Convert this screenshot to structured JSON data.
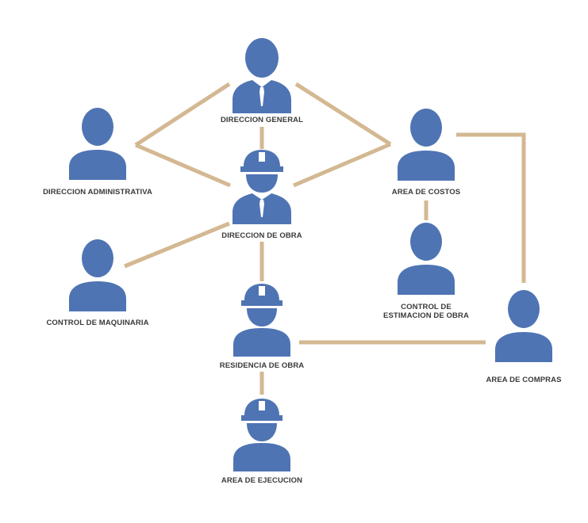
{
  "diagram": {
    "colors": {
      "person": "#4f74b3",
      "connector": "#d3b892",
      "label": "#3a3a3a",
      "background": "#ffffff"
    },
    "nodes": [
      {
        "id": "direccion-general",
        "label": "DIRECCION GENERAL",
        "icon": "executive-icon"
      },
      {
        "id": "direccion-administrativa",
        "label": "DIRECCION ADMINISTRATIVA",
        "icon": "person-icon"
      },
      {
        "id": "direccion-de-obra",
        "label": "DIRECCION DE OBRA",
        "icon": "engineer-executive-icon"
      },
      {
        "id": "area-de-costos",
        "label": "AREA DE COSTOS",
        "icon": "person-icon"
      },
      {
        "id": "control-de-maquinaria",
        "label": "CONTROL DE MAQUINARIA",
        "icon": "person-icon"
      },
      {
        "id": "control-de-estimacion",
        "label": "CONTROL DE\nESTIMACION DE OBRA",
        "icon": "person-icon"
      },
      {
        "id": "residencia-de-obra",
        "label": "RESIDENCIA DE OBRA",
        "icon": "engineer-icon"
      },
      {
        "id": "area-de-compras",
        "label": "AREA DE COMPRAS",
        "icon": "person-icon"
      },
      {
        "id": "area-de-ejecucion",
        "label": "AREA DE EJECUCION",
        "icon": "engineer-icon"
      }
    ],
    "edges": [
      {
        "from": "direccion-general",
        "to": "direccion-administrativa"
      },
      {
        "from": "direccion-general",
        "to": "direccion-de-obra"
      },
      {
        "from": "direccion-general",
        "to": "area-de-costos"
      },
      {
        "from": "direccion-administrativa",
        "to": "direccion-de-obra"
      },
      {
        "from": "direccion-de-obra",
        "to": "area-de-costos"
      },
      {
        "from": "direccion-de-obra",
        "to": "control-de-maquinaria"
      },
      {
        "from": "direccion-de-obra",
        "to": "residencia-de-obra"
      },
      {
        "from": "area-de-costos",
        "to": "control-de-estimacion"
      },
      {
        "from": "area-de-costos",
        "to": "area-de-compras"
      },
      {
        "from": "residencia-de-obra",
        "to": "area-de-compras"
      },
      {
        "from": "residencia-de-obra",
        "to": "area-de-ejecucion"
      }
    ]
  }
}
